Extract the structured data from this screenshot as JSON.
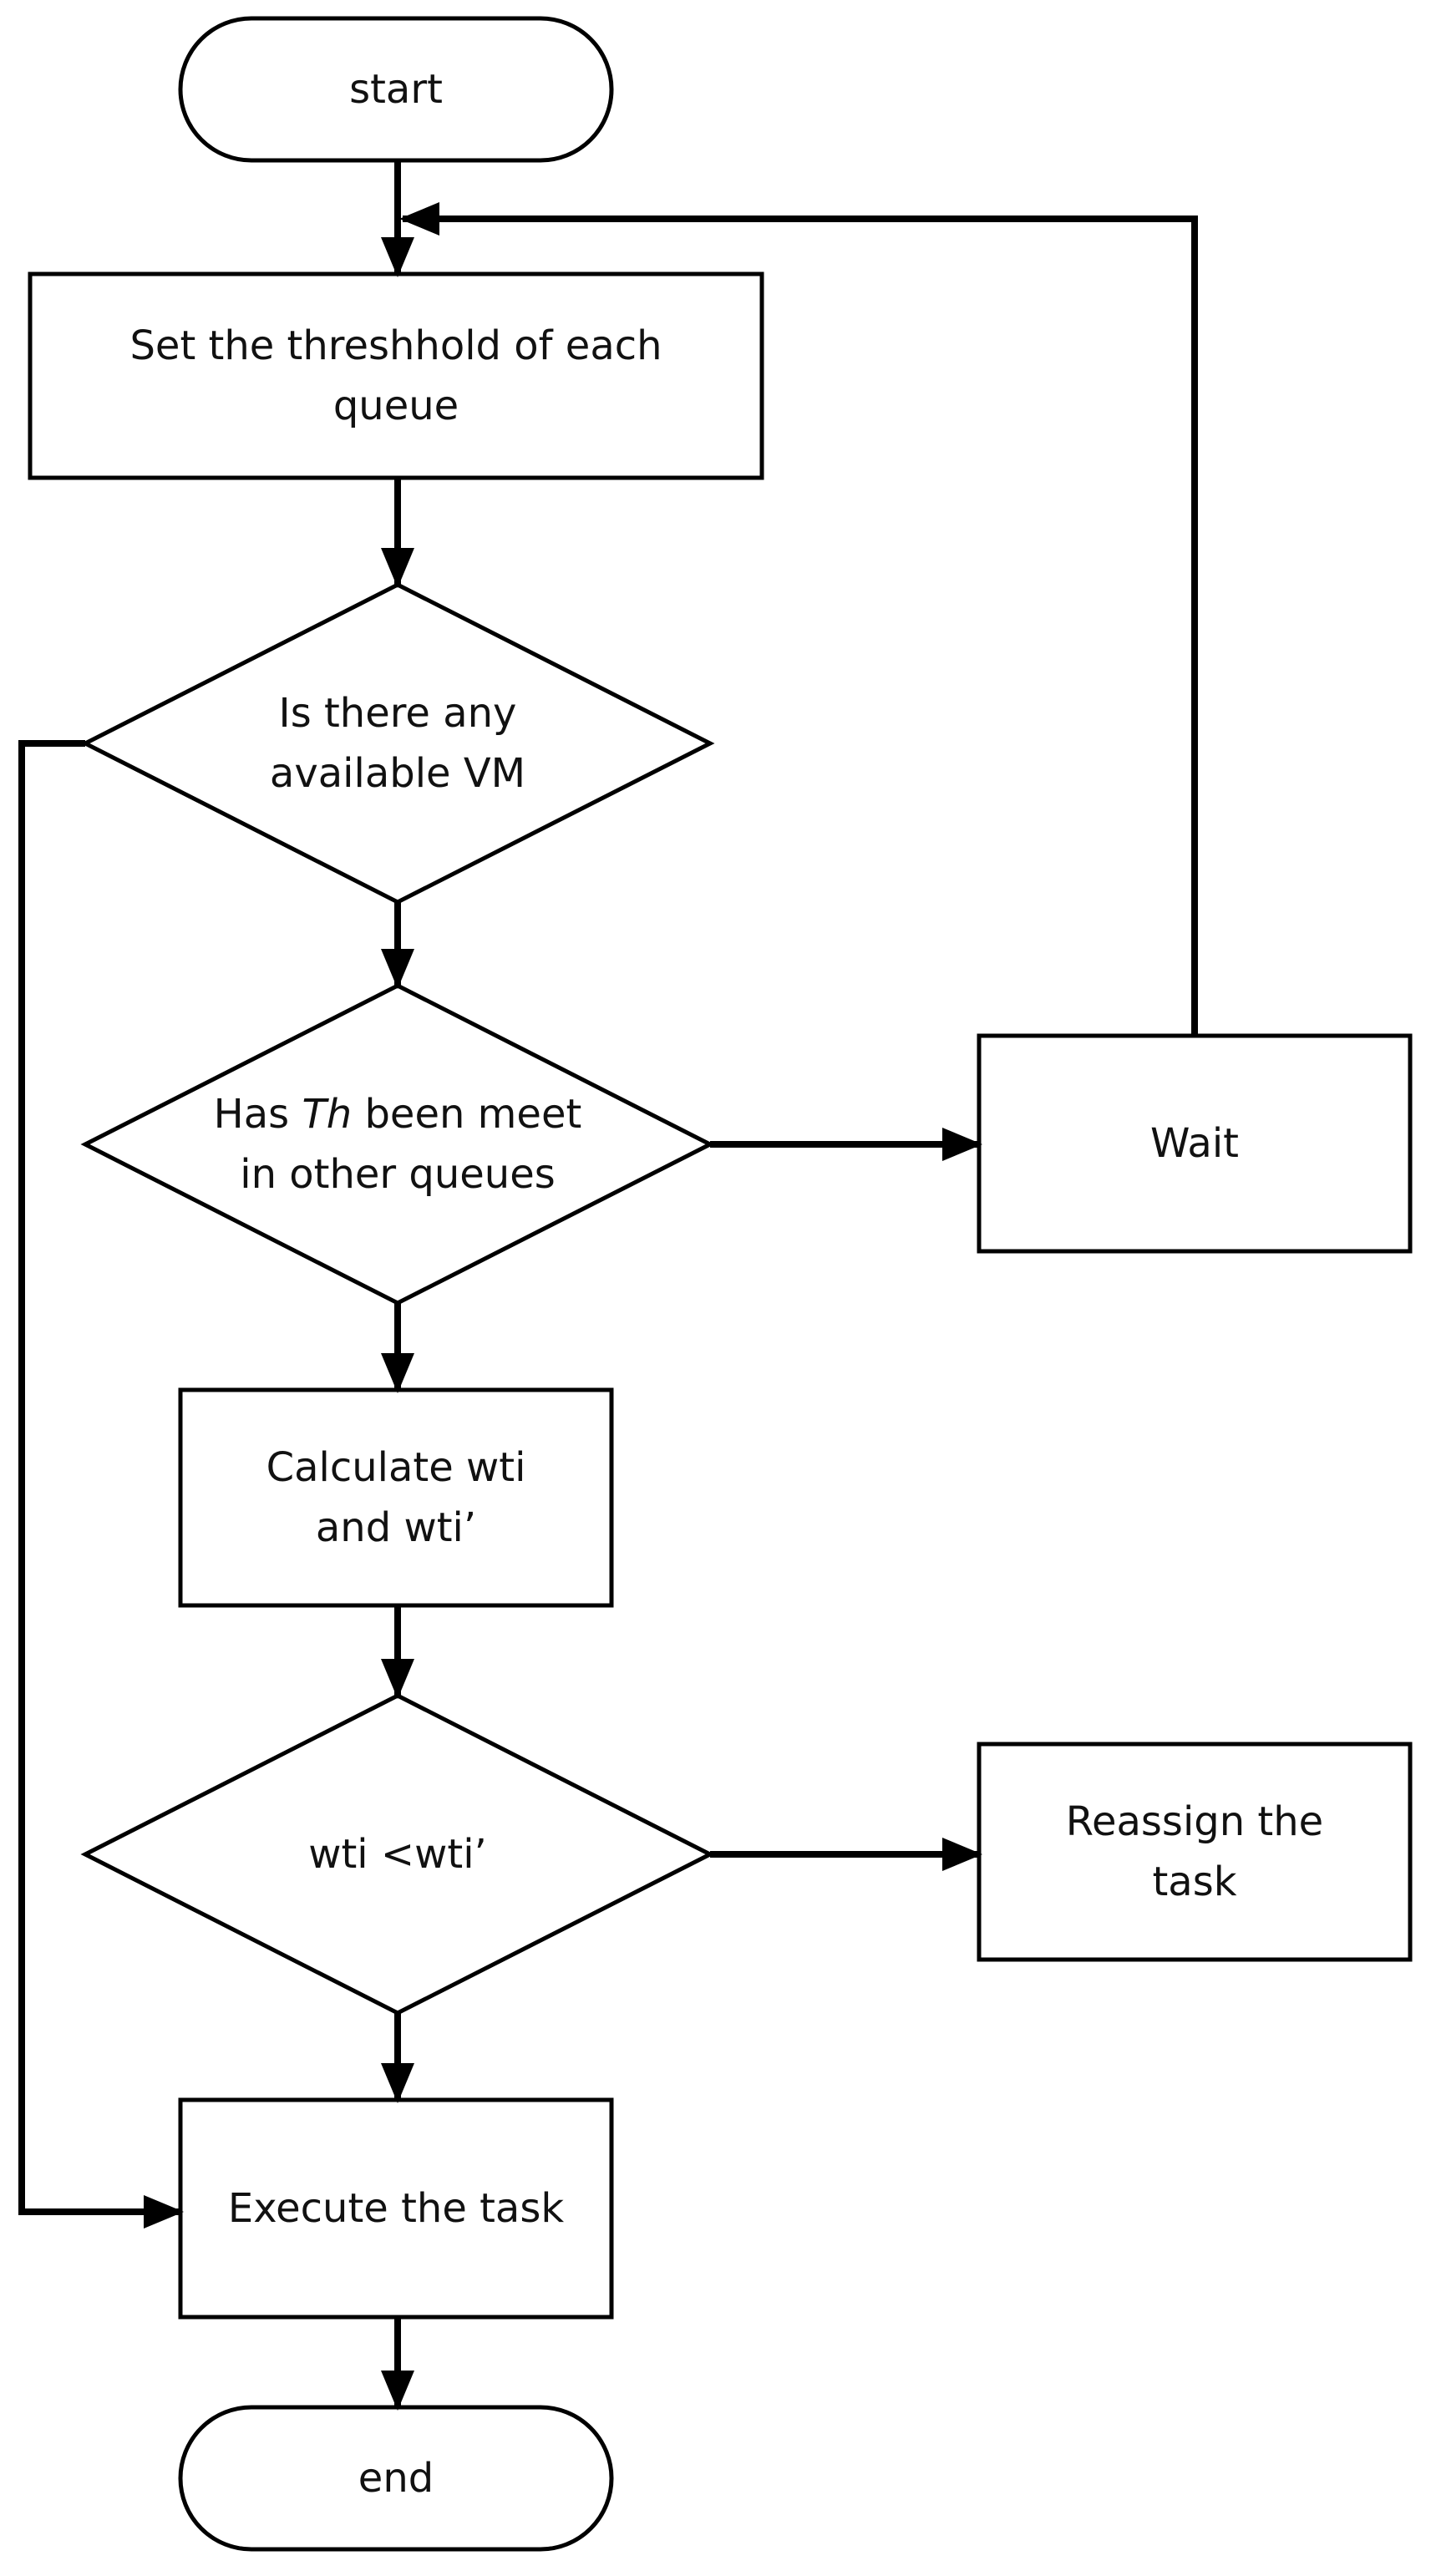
{
  "nodes": {
    "start": {
      "text": "start"
    },
    "set_threshold": {
      "line1": "Set the threshhold of each",
      "line2": "queue"
    },
    "available_vm": {
      "line1": "Is there any",
      "line2": "available VM"
    },
    "th_met": {
      "line1_pre": "Has ",
      "line1_italic": "Th",
      "line1_post": " been meet",
      "line2": "in other queues"
    },
    "wait": {
      "text": "Wait"
    },
    "calculate": {
      "line1": "Calculate wti",
      "line2": "and wti’"
    },
    "compare": {
      "text": "wti <wti’"
    },
    "reassign": {
      "line1": "Reassign the",
      "line2": "task"
    },
    "execute": {
      "text": "Execute the task"
    },
    "end": {
      "text": "end"
    }
  },
  "colors": {
    "stroke": "#000000",
    "text": "#111111",
    "background": "#ffffff"
  }
}
